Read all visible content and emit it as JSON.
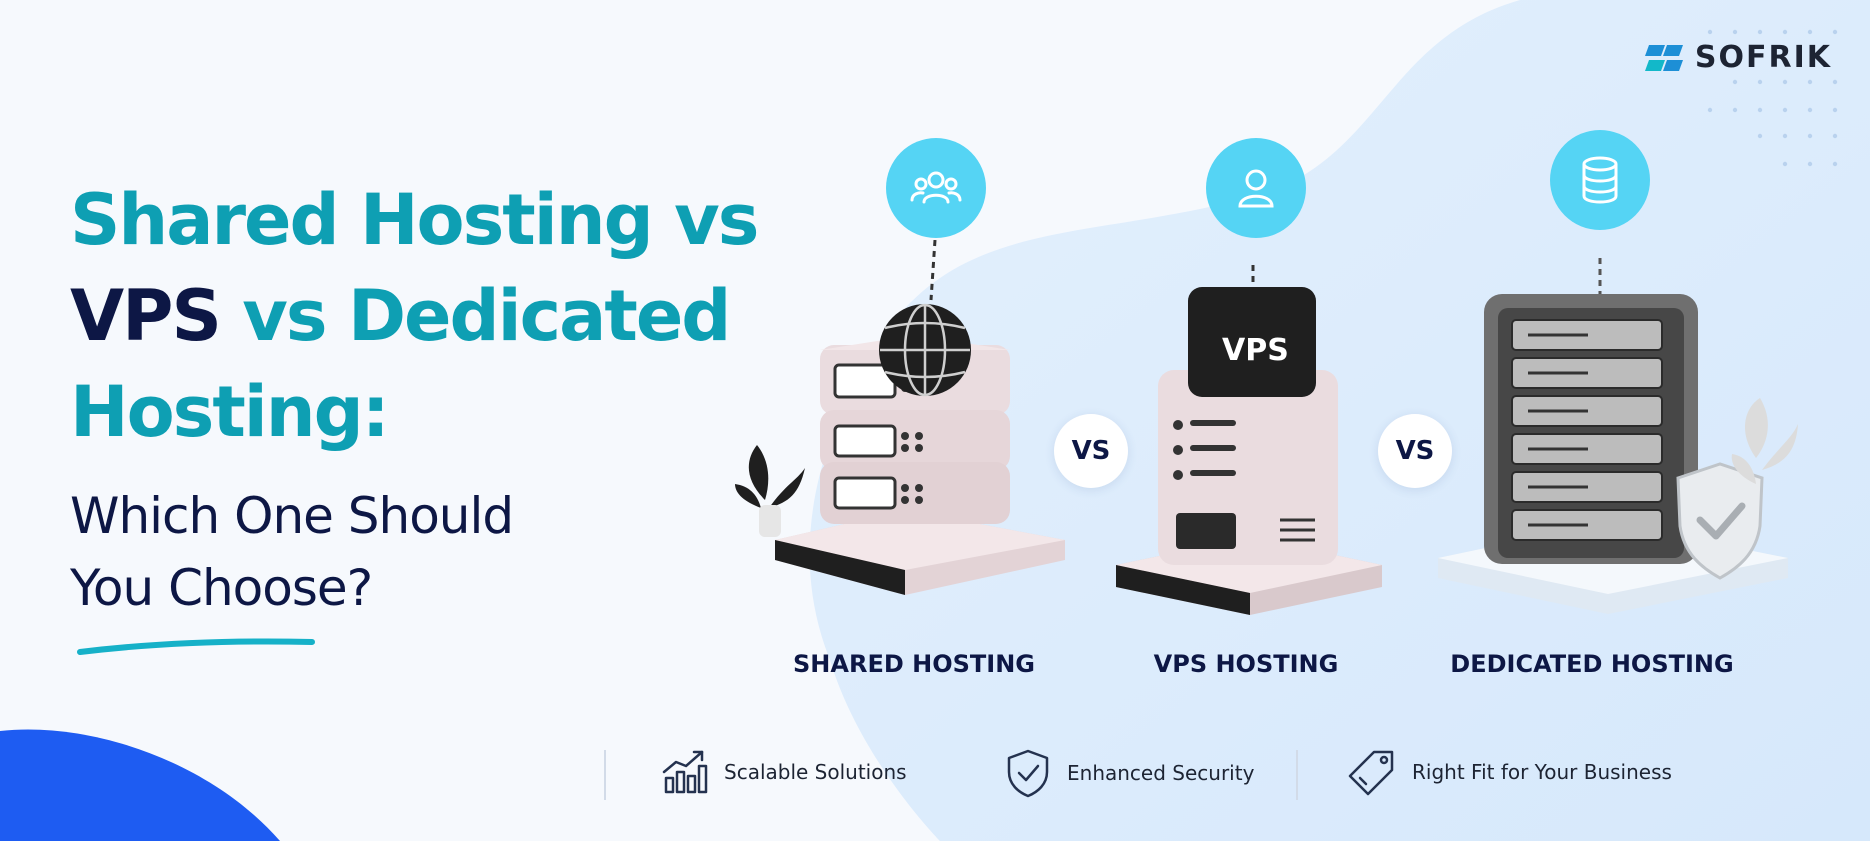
{
  "brand": {
    "name": "SOFRIK",
    "logo_icon": "sofrik-logo-icon"
  },
  "headline": {
    "line1": "Shared Hosting vs",
    "line2_dark": "VPS",
    "line2_rest": " vs Dedicated",
    "line3": "Hosting:"
  },
  "subheadline": {
    "line1": "Which One Should",
    "line2": "You Choose?"
  },
  "columns": [
    {
      "label": "SHARED HOSTING",
      "icon": "users-icon"
    },
    {
      "label": "VPS HOSTING",
      "icon": "user-icon",
      "box_label": "VPS"
    },
    {
      "label": "DEDICATED HOSTING",
      "icon": "database-icon"
    }
  ],
  "vs_labels": [
    "VS",
    "VS"
  ],
  "features": [
    {
      "label": "Scalable Solutions",
      "icon": "growth-chart-icon"
    },
    {
      "label": "Enhanced Security",
      "icon": "shield-check-icon"
    },
    {
      "label": "Right Fit for Your Business",
      "icon": "price-tag-icon"
    }
  ],
  "colors": {
    "teal": "#0e9fb3",
    "navy": "#0d1745",
    "cyan_icon": "#55d4f4",
    "blue_accent": "#1e5cf2"
  }
}
